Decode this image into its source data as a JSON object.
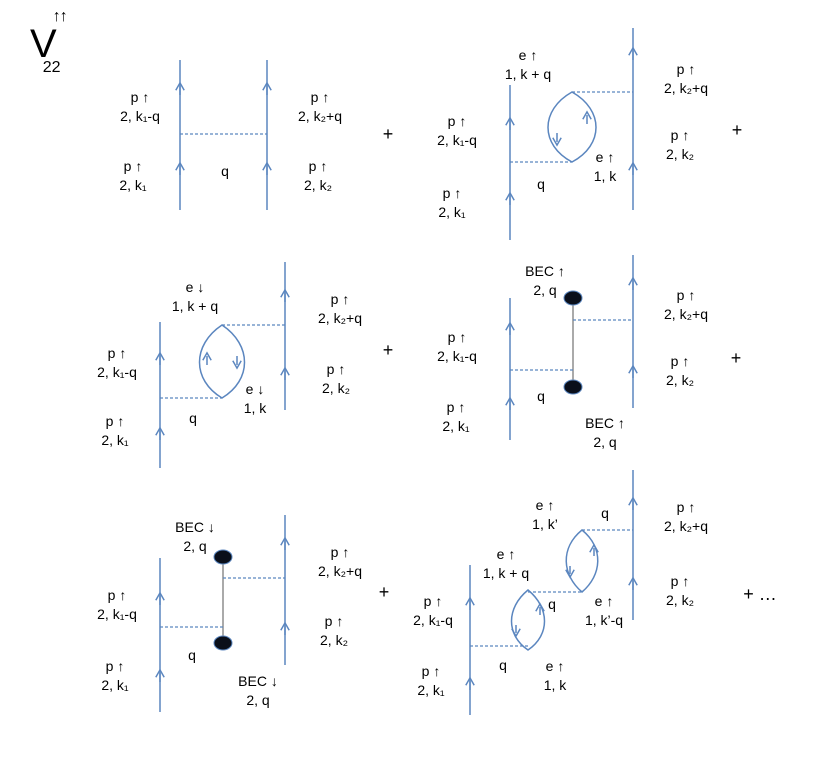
{
  "title": {
    "main": "V",
    "sup": "↑↑",
    "sub": "22"
  },
  "colors": {
    "line": "#5b86bf",
    "dash": "#5b86bf",
    "dot": "#0a0f1a",
    "text": "#000000"
  },
  "diagrams": [
    {
      "labels": [
        {
          "l1": "p ↑",
          "l2": "2, k₁-q"
        },
        {
          "l1": "p ↑",
          "l2": "2, k₁"
        },
        {
          "l1": "p ↑",
          "l2": "2, k₂+q"
        },
        {
          "l1": "p ↑",
          "l2": "2, k₂"
        }
      ],
      "q": "q"
    },
    {
      "labels": [
        {
          "l1": "e ↑",
          "l2": "1, k + q"
        },
        {
          "l1": "p ↑",
          "l2": "2, k₂+q"
        },
        {
          "l1": "p ↑",
          "l2": "2, k₁-q"
        },
        {
          "l1": "e ↑",
          "l2": "1, k"
        },
        {
          "l1": "p ↑",
          "l2": "2, k₂"
        },
        {
          "l1": "p ↑",
          "l2": "2, k₁"
        }
      ],
      "q": "q"
    },
    {
      "labels": [
        {
          "l1": "e ↓",
          "l2": "1, k + q"
        },
        {
          "l1": "p ↑",
          "l2": "2, k₂+q"
        },
        {
          "l1": "p ↑",
          "l2": "2, k₁-q"
        },
        {
          "l1": "e ↓",
          "l2": "1, k"
        },
        {
          "l1": "p ↑",
          "l2": "2, k₂"
        },
        {
          "l1": "p ↑",
          "l2": "2, k₁"
        }
      ],
      "q": "q"
    },
    {
      "labels": [
        {
          "l1": "BEC ↑",
          "l2": "2, q"
        },
        {
          "l1": "p ↑",
          "l2": "2, k₂+q"
        },
        {
          "l1": "p ↑",
          "l2": "2, k₁-q"
        },
        {
          "l1": "p ↑",
          "l2": "2, k₂"
        },
        {
          "l1": "BEC ↑",
          "l2": "2, q"
        },
        {
          "l1": "p ↑",
          "l2": "2, k₁"
        }
      ],
      "q": "q"
    },
    {
      "labels": [
        {
          "l1": "BEC ↓",
          "l2": "2, q"
        },
        {
          "l1": "p ↑",
          "l2": "2, k₂+q"
        },
        {
          "l1": "p ↑",
          "l2": "2, k₁-q"
        },
        {
          "l1": "p ↑",
          "l2": "2, k₂"
        },
        {
          "l1": "BEC ↓",
          "l2": "2, q"
        },
        {
          "l1": "p ↑",
          "l2": "2, k₁"
        }
      ],
      "q": "q"
    },
    {
      "labels": [
        {
          "l1": "e ↑",
          "l2": "1, k’"
        },
        {
          "l1": "p ↑",
          "l2": "2, k₂+q"
        },
        {
          "l1": "e ↑",
          "l2": "1, k + q"
        },
        {
          "l1": "p ↑",
          "l2": "2, k₁-q"
        },
        {
          "l1": "e ↑",
          "l2": "1, k’-q"
        },
        {
          "l1": "p ↑",
          "l2": "2, k₂"
        },
        {
          "l1": "p ↑",
          "l2": "2, k₁"
        },
        {
          "l1": "e ↑",
          "l2": "1, k"
        }
      ],
      "q_top": "q",
      "q_mid": "q",
      "q": "q"
    }
  ],
  "operators": {
    "plus": "+",
    "ellipsis": "+ …"
  }
}
